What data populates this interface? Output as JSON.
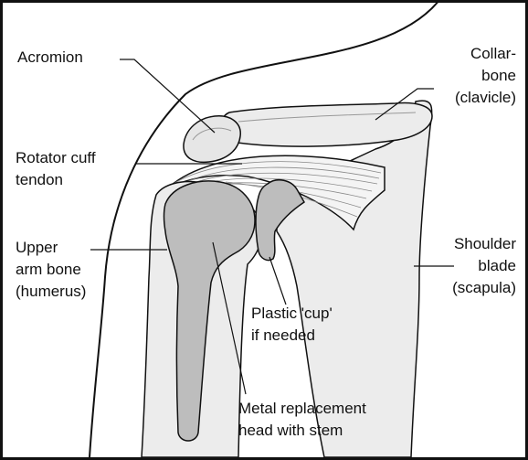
{
  "labels": {
    "acromion": "Acromion",
    "collarbone_1": "Collar-",
    "collarbone_2": "bone",
    "collarbone_3": "(clavicle)",
    "rotator_1": "Rotator cuff",
    "rotator_2": "tendon",
    "upper_arm_1": "Upper",
    "upper_arm_2": "arm bone",
    "upper_arm_3": "(humerus)",
    "shoulder_blade_1": "Shoulder",
    "shoulder_blade_2": "blade",
    "shoulder_blade_3": "(scapula)",
    "plastic_cup_1": "Plastic 'cup'",
    "plastic_cup_2": "if needed",
    "metal_head_1": "Metal replacement",
    "metal_head_2": "head with stem"
  },
  "colors": {
    "outline": "#111111",
    "bone_fill": "#ececec",
    "implant_fill": "#bdbdbd",
    "tendon_fill": "#f4f4f4",
    "background": "#ffffff"
  }
}
